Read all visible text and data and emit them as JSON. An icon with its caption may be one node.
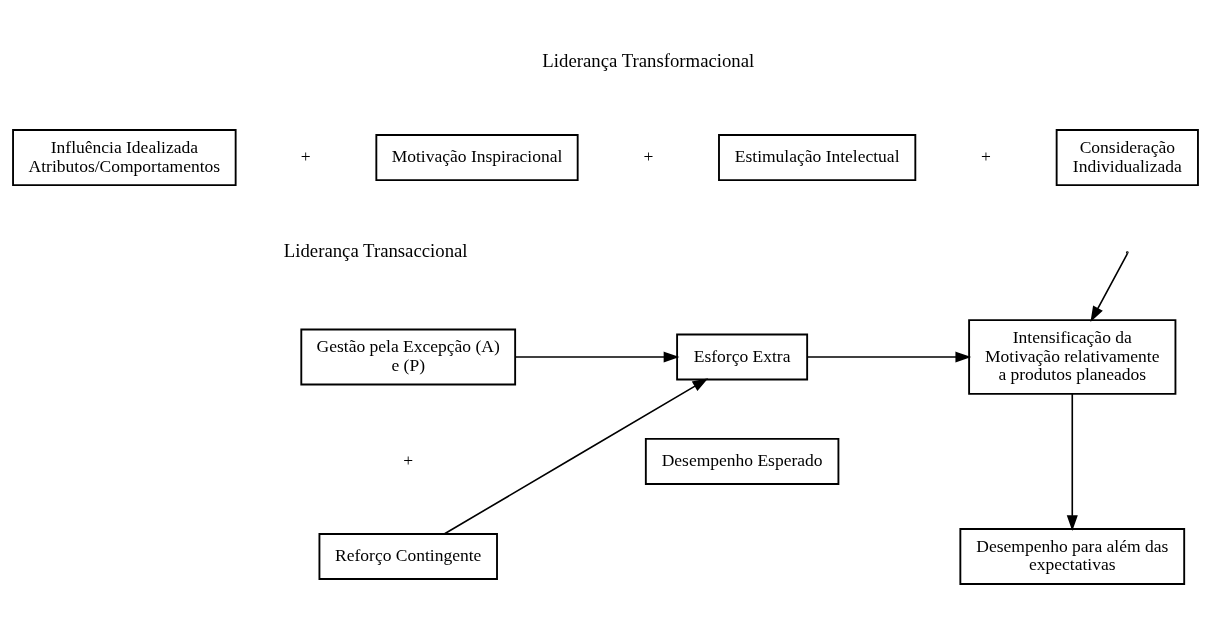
{
  "diagram": {
    "nodes": [
      {
        "text": [
          "Influência Idealizada Atributos/Comportamentos"
        ]
      },
      {
        "text": [
          "Motivação Inspiracional"
        ]
      },
      {
        "text": [
          "Estimulação Intelectual"
        ]
      },
      {
        "text": [
          "Consideração Individualizada"
        ]
      },
      {
        "text": [
          "Gestão pela Excepção (A) e (P)"
        ]
      },
      {
        "text": [
          "Reforço Contingente"
        ]
      },
      {
        "text": [
          "Esforço Extra"
        ]
      },
      {
        "text": [
          "Desempenho Esperado"
        ]
      },
      {
        "text": [
          "Intensificação da Motivação relativamente a produtos planeados"
        ]
      },
      {
        "text": [
          "Desempenho para além das expectativas"
        ]
      }
    ],
    "edges": [
      {
        "from": 4,
        "to": 6,
        "arrow": "to"
      },
      {
        "from": 5,
        "to": 6,
        "arrow": "to"
      },
      {
        "from": 6,
        "to": 8,
        "arrow": "to"
      },
      {
        "from": null,
        "to": 8,
        "arrow": "to"
      },
      {
        "from": 8,
        "to": 9,
        "arrow": "to"
      }
    ],
    "labels": [
      "Liderança Transformacional",
      "+",
      "+",
      "+",
      "Liderança Transaccional",
      "+"
    ]
  }
}
